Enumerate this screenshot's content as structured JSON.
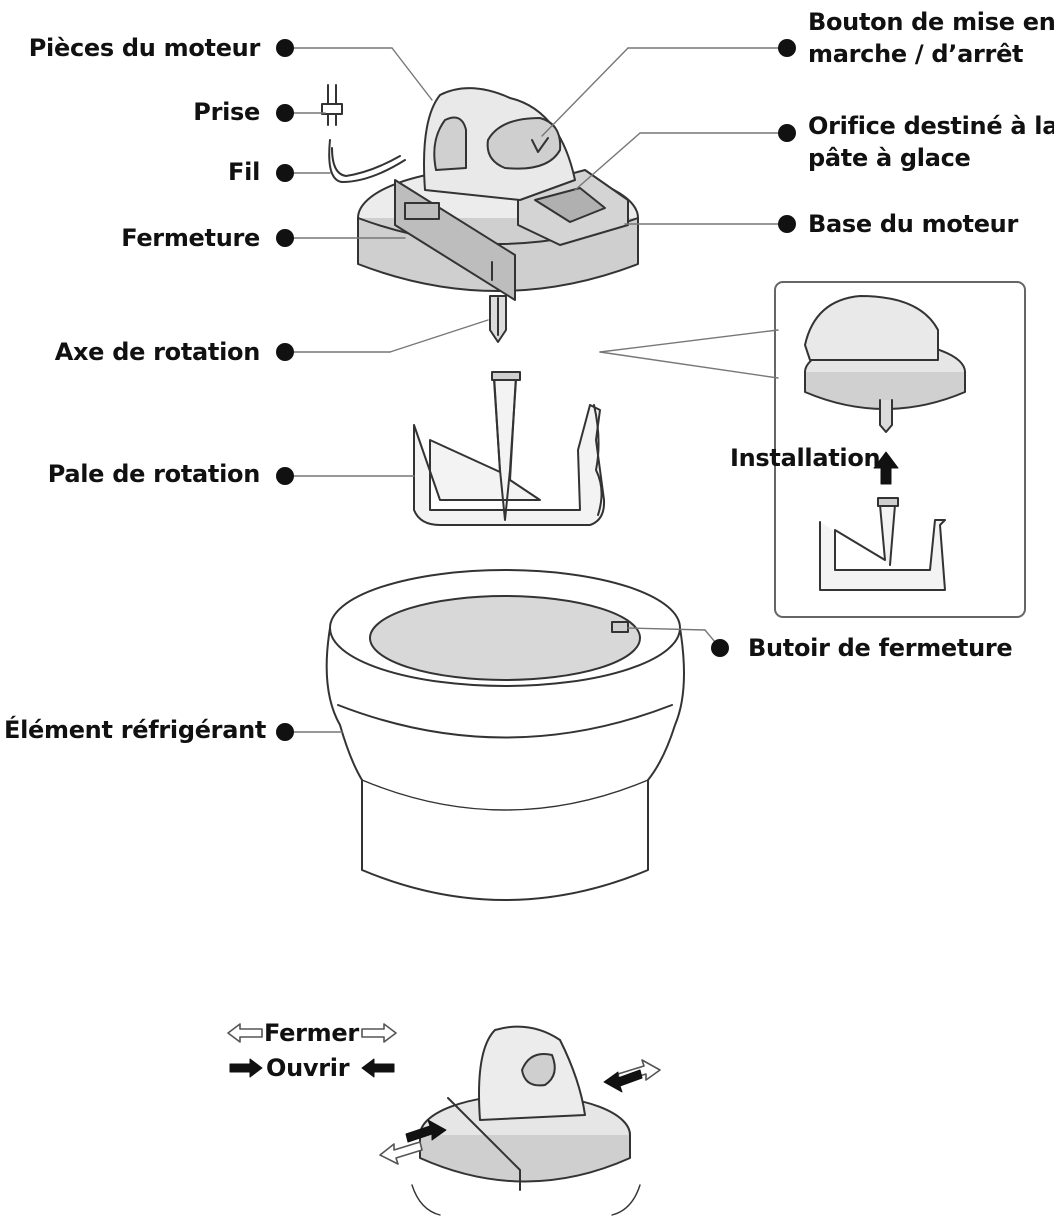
{
  "labels": {
    "motor_parts": "Pièces du moteur",
    "plug": "Prise",
    "cord": "Fil",
    "lock": "Fermeture",
    "rotation_axis": "Axe de rotation",
    "paddle": "Pale de rotation",
    "cooling_element": "Élément réfrigérant",
    "power_button_line1": "Bouton de mise en",
    "power_button_line2": "marche / d’arrêt",
    "opening_line1": "Orifice destiné à la",
    "opening_line2": "pâte à glace",
    "motor_base": "Base du moteur",
    "lock_stop": "Butoir de fermeture",
    "installation": "Installation",
    "close": "Fermer",
    "open": "Ouvrir"
  },
  "colors": {
    "ink": "#111111",
    "line": "#555555",
    "fill_gray": "#cfcfcf",
    "fill_light": "#e6e6e6",
    "paper": "#ffffff"
  },
  "icons": {
    "bullet": "filled-circle-icon",
    "install_arrow": "arrow-up-icon",
    "close_arrows": "hollow-arrow-right-icon",
    "open_arrows": "solid-arrow-icon"
  }
}
